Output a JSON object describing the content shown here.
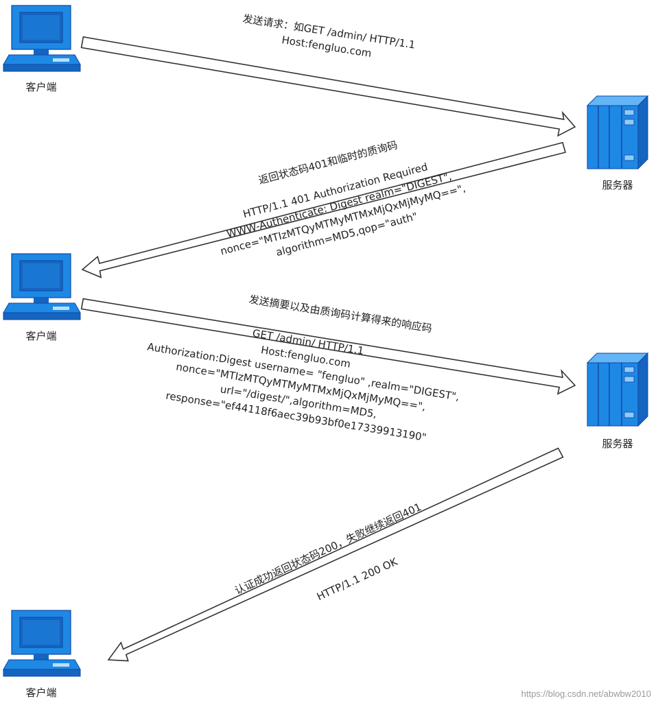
{
  "nodes": {
    "client_1": {
      "label": "客户端"
    },
    "client_2": {
      "label": "客户端"
    },
    "client_3": {
      "label": "客户端"
    },
    "server_1": {
      "label": "服务器"
    },
    "server_2": {
      "label": "服务器"
    }
  },
  "messages": {
    "request": {
      "lines": [
        "发送请求：如GET /admin/ HTTP/1.1",
        "Host:fengluo.com"
      ]
    },
    "challenge": {
      "lines": [
        "返回状态码401和临时的质询码",
        "HTTP/1.1 401 Authorization Required",
        "WWW-Authenticate: Digest realm=\"DIGEST\",",
        "nonce=\"MTIzMTQyMTMyMTMxMjQxMjMyMQ==\",",
        "algorithm=MD5,qop=\"auth\""
      ]
    },
    "response": {
      "lines": [
        "发送摘要以及由质询码计算得来的响应码",
        "GET /admin/ HTTP/1.1",
        "Host:fengluo.com",
        "Authorization:Digest username=  \"fengluo\" ,realm=\"DIGEST\",",
        "nonce=\"MTIzMTQyMTMyMTMxMjQxMjMyMQ==\",",
        "url=\"/digest/\",algorithm=MD5,",
        "response=\"ef44118f6aec39b93bf0e17339913190\""
      ]
    },
    "result": {
      "lines": [
        "认证成功返回状态码200，失败继续返回401",
        "HTTP/1.1 200 OK"
      ]
    }
  },
  "watermark": "https://blog.csdn.net/abwbw2010",
  "colors": {
    "icon_dark": "#1565c0",
    "icon_mid": "#1e88e5",
    "icon_light": "#42a5f5",
    "arrow_stroke": "#333333",
    "arrow_fill": "#ffffff"
  }
}
